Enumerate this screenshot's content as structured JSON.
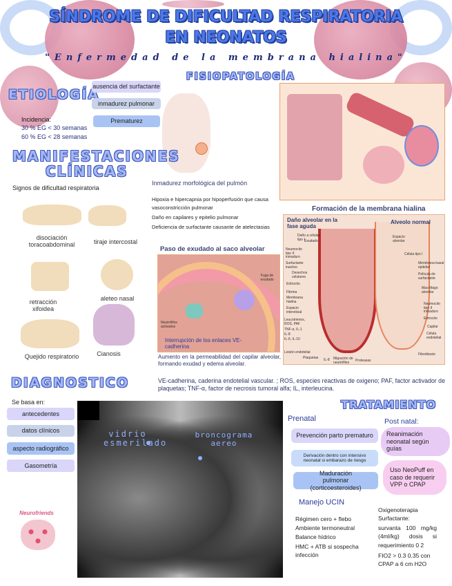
{
  "title": {
    "line1": "SÍNDROME DE DIFICULTAD RESPIRATORIA",
    "line2": "EN NEONATOS",
    "subtitle": "\"Enfermedad de la membrana hialina\""
  },
  "fisiopatologia": {
    "heading": "FISIOPATOLOGÍA",
    "caption": "Inmadurez morfológica del pulmón",
    "bullets": [
      "Hipoxia e hipercapnia por hipoperfusión que causa vasoconstricción pulmonar",
      "Daño en capilares y epitelio pulmonar",
      "Deficiencia de surfactante causante de atelectasias"
    ],
    "membrana": {
      "title": "Formación de la membrana hialina",
      "left_label": "Daño alveolar en la fase aguda",
      "right_label": "Alveolo normal",
      "left_callouts": [
        "Daño a células tipo I",
        "Exudado",
        "Neumocito tipo II inmaduro",
        "Surfactante inactivo",
        "Desechos celulares",
        "Eritrocito",
        "Fibrina",
        "Membrana hialina",
        "Espacio intersticial",
        "Leucotrienos, ROS, PAF",
        "TNF-α, IL-1",
        "IL-8",
        "IL-6, IL-10",
        "Lesión endotelial",
        "Plaquetas",
        "IL-8",
        "Migración de neutrófilos",
        "Proteasas"
      ],
      "right_callouts": [
        "Espacio alveolar",
        "Célula tipo I",
        "Membrana basal epitelial",
        "Película de surfactante",
        "Macrófago alveolar",
        "Neumocito tipo II inmaduro",
        "Eritrocito",
        "Capilar",
        "Célula endotelial",
        "Fibroblasto"
      ]
    },
    "exudado": {
      "title": "Paso de exudado al saco alveolar",
      "callouts": [
        "Fuga de exudado",
        "Neutrófilos activados"
      ],
      "bottom": "Interrupción de los enlaces VE-cadherina"
    },
    "permeabilidad": "Aumento en la permeabilidad del capilar alveolar, formando exudad y edema alveolar.",
    "abreviaturas": "VE-cadherina, caderina endotelial vascular. ; ROS, especies reactivas de oxigeno; PAF, factor activador de plaquetas; TNF-α, factor de necrosis tumoral alfa; IL, interleucina."
  },
  "etiologia": {
    "heading": "ETIOLOGÍA",
    "causes": [
      "ausencia del surfactante",
      "inmadurez pulmonar",
      "Prematurez"
    ],
    "incidencia_label": "Incidencia:",
    "incidencia": [
      "30 % EG < 30 semanas",
      "60 % EG < 28 semanas"
    ]
  },
  "manifestaciones": {
    "heading_1": "MANIFESTACIONES",
    "heading_2": "CLÍNICAS",
    "intro": "Signos de dificultad respiratoria",
    "signs": [
      "disociación toracoabdominal",
      "tiraje intercostal",
      "retracción xifoidea",
      "aleteo nasal",
      "Quejido respiratorio",
      "Cianosis"
    ]
  },
  "diagnostico": {
    "heading": "DIAGNOSTICO",
    "intro": "Se basa en:",
    "items": [
      "antecedentes",
      "datos clínicos",
      "aspecto radiográfico",
      "Gasometría"
    ],
    "xray_labels": [
      "vidrio esmerilado",
      "broncograma aereo"
    ]
  },
  "tratamiento": {
    "heading": "TRATAMIENTO",
    "prenatal": {
      "label": "Prenatal",
      "items": [
        "Prevención parto prematuro",
        "Derivación dentro con intensivo neonatal si embarazo de riesgo",
        "Maduración pulmonar (corticoesteroides)"
      ]
    },
    "postnatal": {
      "label": "Post natal:",
      "items": [
        "Reanimación neonatal según guías",
        "Uso NeoPuff en caso de requerir VPP o CPAP"
      ]
    },
    "ucin": {
      "label": "Manejo UCIN",
      "items": [
        "Régimen cero + flebo",
        "Ambiente termoneutral",
        "Balance hídrico",
        "HMC + ATB si sospecha infección"
      ]
    },
    "oxigeno": [
      "Oxigenoterapia",
      "Surfactante:",
      "survanta 100 mg/kg (4ml/kg) dosis si requerimiento 0 2",
      "FIO2 > 0.3 0.35 con CPAP a 6 cm H2O"
    ]
  },
  "logo": "Neurofriends",
  "colors": {
    "title": "#4d78e6",
    "pill_lavender": "#d9d6fa",
    "pill_gray": "#c8d3ea",
    "pill_blue": "#a9c4f4",
    "pill_pink": "#e8cbf5",
    "pill_magenta": "#f8cef0",
    "blob": "#d98aa3"
  }
}
